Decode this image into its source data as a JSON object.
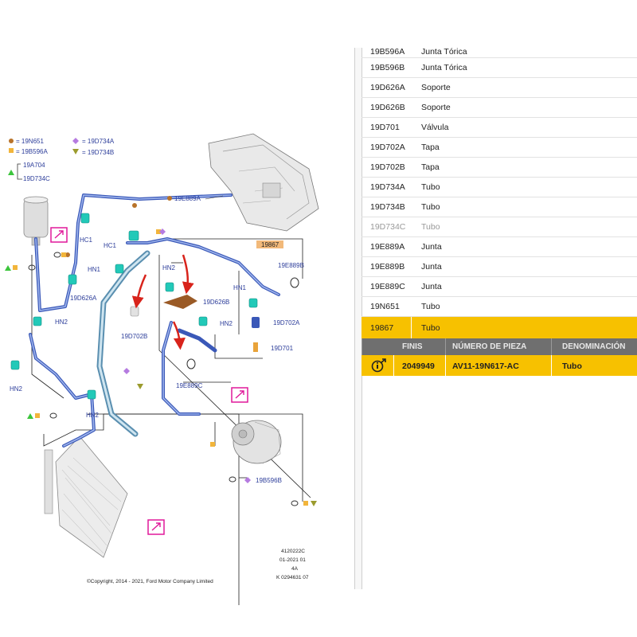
{
  "legend": [
    {
      "symbol": "circle",
      "color": "#b8732a",
      "code": "= 19N651"
    },
    {
      "symbol": "diamond",
      "color": "#b57be0",
      "code": "= 19D734A"
    },
    {
      "symbol": "square",
      "color": "#f2b53b",
      "code": "= 19B596A"
    },
    {
      "symbol": "triangle-down",
      "color": "#9b9b2d",
      "code": "= 19D734B"
    },
    {
      "symbol": "triangle-up",
      "color": "#3cc53c",
      "code": "19A704"
    },
    {
      "symbol": "bracket",
      "color": "#3cc53c",
      "code": "19D734C"
    }
  ],
  "callouts": {
    "e889a": "19E889A",
    "e889b": "19E889B",
    "e889c": "19E889C",
    "d626a": "19D626A",
    "d626b": "19D626B",
    "d702a": "19D702A",
    "d702b": "19D702B",
    "d701": "19D701",
    "b596b": "19B596B",
    "p19867": "19867",
    "hc1a": "HC1",
    "hc1b": "HC1",
    "hn1a": "HN1",
    "hn1b": "HN1",
    "hn2a": "HN2",
    "hn2b": "HN2",
    "hn2c": "HN2",
    "hn2d": "HN2",
    "hn2e": "HN2"
  },
  "drawing_ref": [
    "4120222C",
    "01-2021 01",
    "4A",
    "K 0294631 07"
  ],
  "copyright": "©Copyright, 2014 - 2021, Ford Motor Company Limited",
  "parts_list": [
    {
      "code": "19B596A",
      "name": "Junta Tórica"
    },
    {
      "code": "19B596B",
      "name": "Junta Tórica"
    },
    {
      "code": "19D626A",
      "name": "Soporte"
    },
    {
      "code": "19D626B",
      "name": "Soporte"
    },
    {
      "code": "19D701",
      "name": "Válvula"
    },
    {
      "code": "19D702A",
      "name": "Tapa"
    },
    {
      "code": "19D702B",
      "name": "Tapa"
    },
    {
      "code": "19D734A",
      "name": "Tubo"
    },
    {
      "code": "19D734B",
      "name": "Tubo"
    },
    {
      "code": "19D734C",
      "name": "Tubo"
    },
    {
      "code": "19E889A",
      "name": "Junta"
    },
    {
      "code": "19E889B",
      "name": "Junta"
    },
    {
      "code": "19E889C",
      "name": "Junta"
    },
    {
      "code": "19N651",
      "name": "Tubo"
    },
    {
      "code": "19867",
      "name": "Tubo"
    }
  ],
  "table_header": {
    "finis": "FINIS",
    "part_number": "NÚMERO DE PIEZA",
    "description": "DENOMINACIÓN"
  },
  "selected_part": {
    "finis": "2049949",
    "part_number": "AV11-19N617-AC",
    "description": "Tubo"
  },
  "colors": {
    "highlight": "#f7c100",
    "header": "#6f6f6f",
    "pipe": "#4a64c8",
    "callout_text": "#2c3d9a",
    "connector": "#22c9b8",
    "red_arrow": "#d8231b",
    "magenta": "#e0199a"
  }
}
